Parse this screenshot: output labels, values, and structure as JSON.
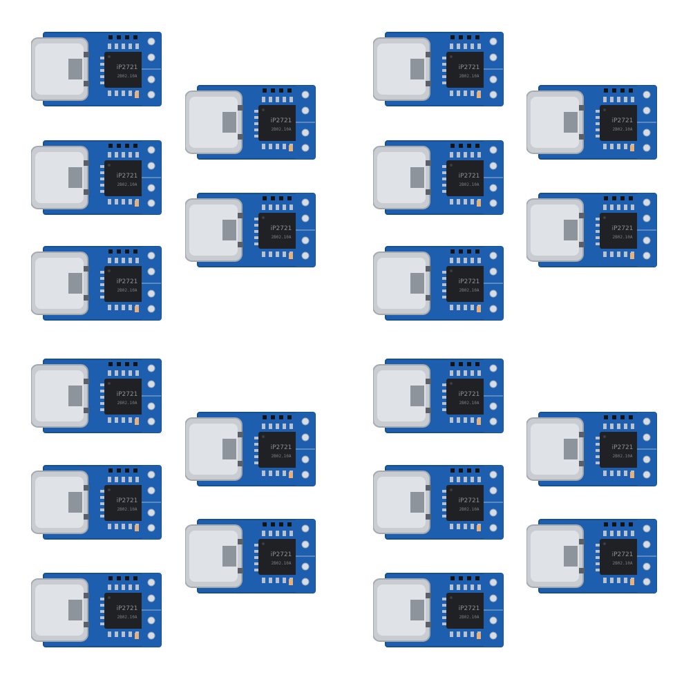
{
  "product": {
    "chip_marking": "iP2721",
    "chip_code": "2B02.10A"
  },
  "colors": {
    "background": "#ffffff",
    "pcb": "#1d5fae",
    "pcb_edge": "#17508f",
    "connector": "#c9ccd1",
    "chip": "#1f2125",
    "pad": "#d7dde5"
  },
  "boards": [
    {
      "id": "tl-1"
    },
    {
      "id": "tl-2"
    },
    {
      "id": "tl-3"
    },
    {
      "id": "tl-4"
    },
    {
      "id": "tl-5"
    },
    {
      "id": "tr-1"
    },
    {
      "id": "tr-2"
    },
    {
      "id": "tr-3"
    },
    {
      "id": "tr-4"
    },
    {
      "id": "tr-5"
    },
    {
      "id": "bl-1"
    },
    {
      "id": "bl-2"
    },
    {
      "id": "bl-3"
    },
    {
      "id": "bl-4"
    },
    {
      "id": "bl-5"
    },
    {
      "id": "br-1"
    },
    {
      "id": "br-2"
    },
    {
      "id": "br-3"
    },
    {
      "id": "br-4"
    },
    {
      "id": "br-5"
    }
  ]
}
